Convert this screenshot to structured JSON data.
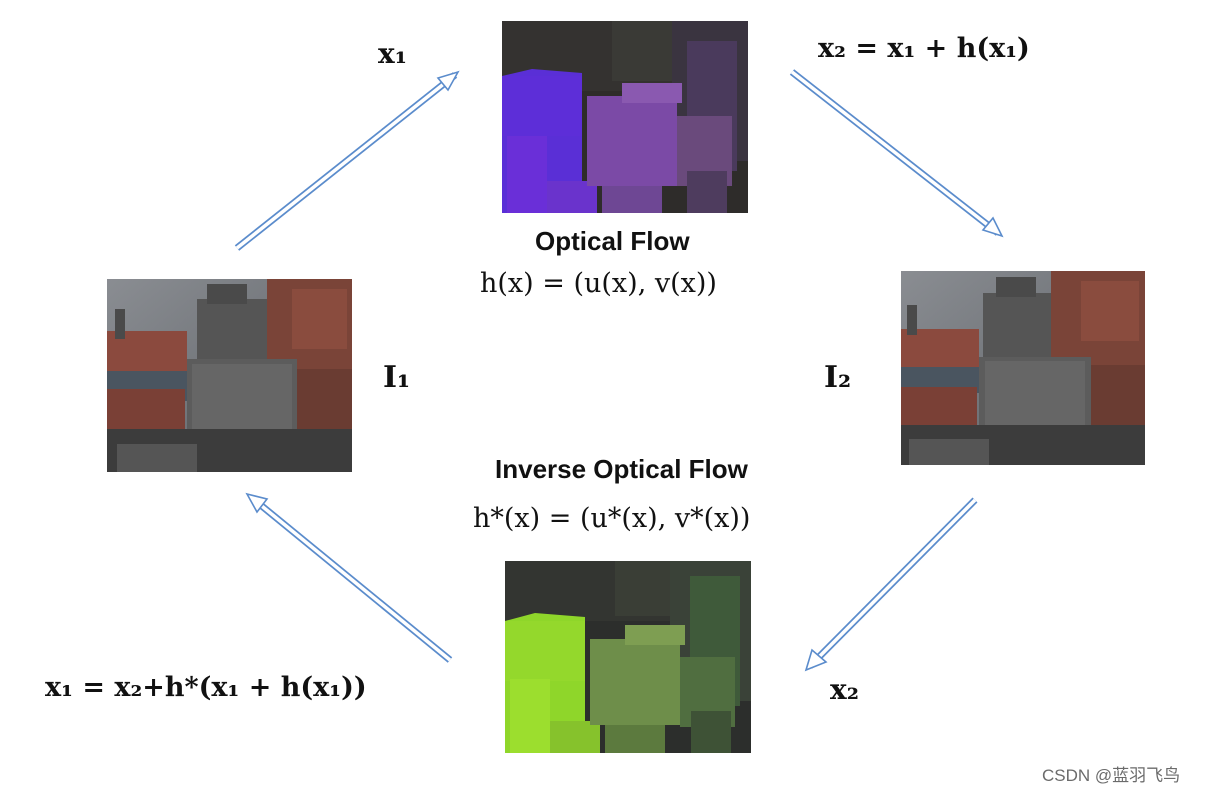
{
  "labels": {
    "x1_top": "x₁",
    "x2_eq_top": "x₂ = x₁ + h(x₁)",
    "I1": "I₁",
    "I2": "I₂",
    "x2_bottom": "x₂",
    "x1_eq_bottom": "x₁ = x₂+h*(x₁ + h(x₁))"
  },
  "optical_flow": {
    "title": "Optical Flow",
    "formula": "h(x) = (u(x), v(x))"
  },
  "inverse_optical_flow": {
    "title": "Inverse Optical Flow",
    "formula": "h*(x) = (u*(x), v*(x))"
  },
  "watermark": "CSDN @蓝羽飞鸟",
  "colors": {
    "arrow_stroke": "#5b8ccc",
    "flow_forward": "#6b3fb0",
    "flow_inverse": "#7ebb2a"
  }
}
